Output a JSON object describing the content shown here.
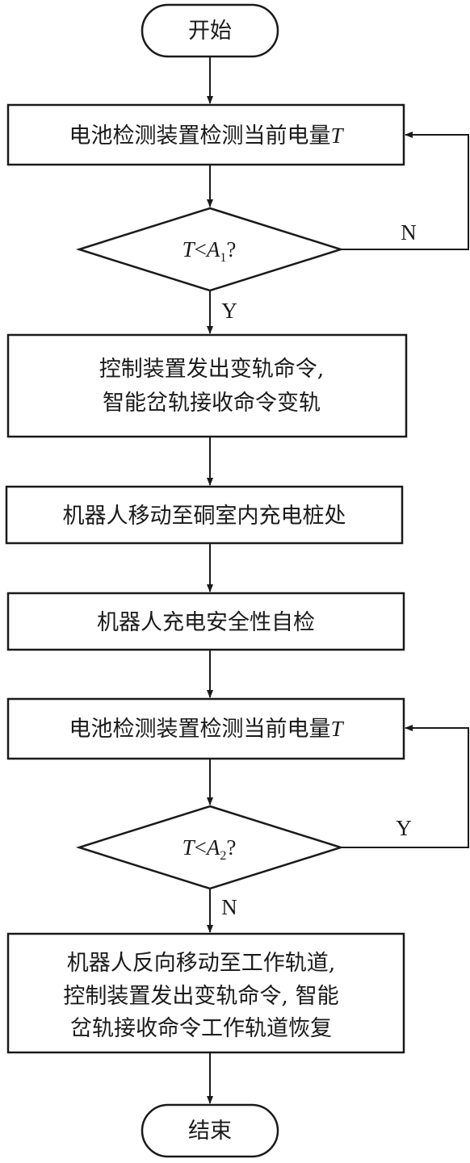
{
  "diagram": {
    "start": "开始",
    "step1": {
      "text": "电池检测装置检测当前电量",
      "var": "T"
    },
    "decision1": {
      "var": "T",
      "op": "<",
      "sym": "A",
      "sub": "1",
      "q": "?"
    },
    "decision1_no": "N",
    "decision1_yes": "Y",
    "step2": {
      "line1": "控制装置发出变轨命令,",
      "line2": "智能岔轨接收命令变轨"
    },
    "step3": "机器人移动至硐室内充电桩处",
    "step4": "机器人充电安全性自检",
    "step5": {
      "text": "电池检测装置检测当前电量",
      "var": "T"
    },
    "decision2": {
      "var": "T",
      "op": "<",
      "sym": "A",
      "sub": "2",
      "q": "?"
    },
    "decision2_yes": "Y",
    "decision2_no": "N",
    "step6": {
      "line1": "机器人反向移动至工作轨道,",
      "line2": "控制装置发出变轨命令, 智能",
      "line3": "岔轨接收命令工作轨道恢复"
    },
    "end": "结束"
  }
}
